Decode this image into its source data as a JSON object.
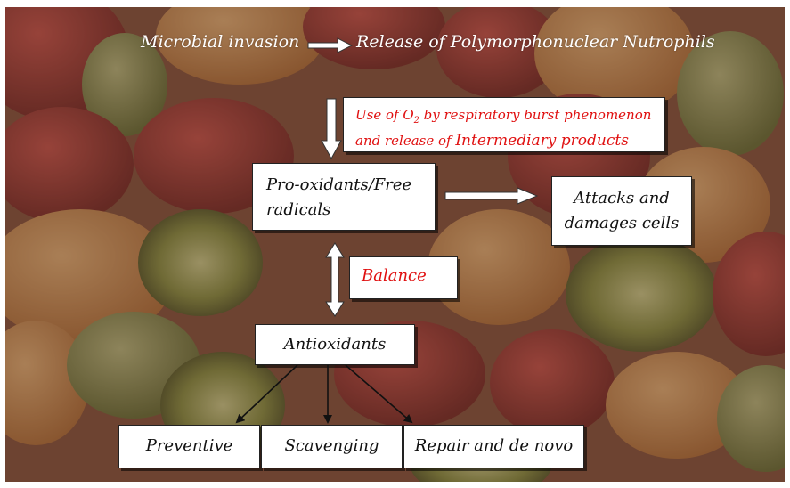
{
  "colors": {
    "accent_text": "#e01010",
    "box_fill": "#ffffff",
    "heading_text": "#ffffff",
    "arrow_dark": "#111111"
  },
  "header": {
    "left": "Microbial invasion",
    "right": "Release of Polymorphonuclear Nutrophils"
  },
  "nodes": {
    "oxygen_use": {
      "line1_prefix": "Use of O",
      "line1_sub": "2",
      "line1_suffix": " by respiratory burst phenomenon",
      "line2_part1": "and release of ",
      "line2_part2": "Intermediary products"
    },
    "prooxidants": {
      "line1": "Pro-oxidants/Free",
      "line2": "radicals"
    },
    "attacks": {
      "line1": "Attacks and",
      "line2": "damages cells"
    },
    "balance": "Balance",
    "antioxidants": "Antioxidants",
    "preventive": "Preventive",
    "scavenging": "Scavenging",
    "repair": "Repair and de novo"
  },
  "background": {
    "image_subject": "fruit-salad-photo"
  }
}
